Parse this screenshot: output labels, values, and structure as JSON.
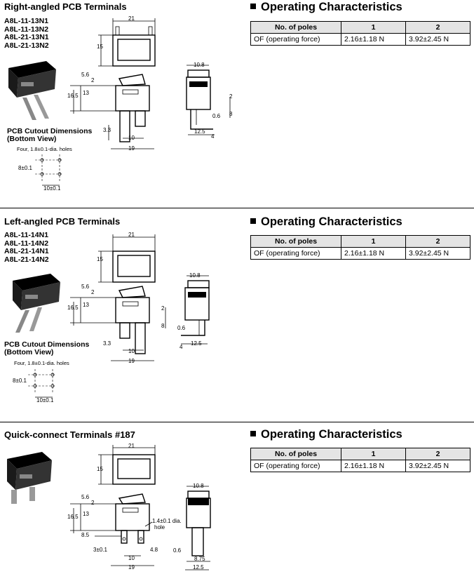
{
  "oc_heading": "Operating Characteristics",
  "oc_table": {
    "headers": [
      "No. of poles",
      "1",
      "2"
    ],
    "row": [
      "OF (operating force)",
      "2.16±1.18 N",
      "3.92±2.45 N"
    ]
  },
  "sections": [
    {
      "title": "Right-angled PCB Terminals",
      "models": [
        "A8L-11-13N1",
        "A8L-11-13N2",
        "A8L-21-13N1",
        "A8L-21-13N2"
      ],
      "cutout_title_1": "PCB Cutout Dimensions",
      "cutout_title_2": "(Bottom View)",
      "cutout_note": "Four, 1.8±0.1-dia. holes",
      "dims": {
        "w21": "21",
        "h15": "15",
        "d56": "5.6",
        "d2": "2",
        "d165": "16.5",
        "d13": "13",
        "d33": "3.3",
        "d10": "10",
        "d19": "19",
        "d108": "10.8",
        "r2": "2",
        "r06": "0.6",
        "r8": "8",
        "r125": "12.5",
        "r4": "4",
        "c8": "8±0.1",
        "c10": "10±0.1"
      }
    },
    {
      "title": "Left-angled PCB Terminals",
      "models": [
        "A8L-11-14N1",
        "A8L-11-14N2",
        "A8L-21-14N1",
        "A8L-21-14N2"
      ],
      "cutout_title_1": "PCB Cutout Dimensions",
      "cutout_title_2": "(Bottom View)",
      "cutout_note": "Four, 1.8±0.1-dia. holes",
      "dims": {
        "w21": "21",
        "h15": "15",
        "d56": "5.6",
        "d2": "2",
        "d165": "16.5",
        "d13": "13",
        "d33": "3.3",
        "d10": "10",
        "d19": "19",
        "d108": "10.8",
        "r2": "2",
        "r06": "0.6",
        "r8": "8",
        "r125": "12.5",
        "r4": "4",
        "c8": "8±0.1",
        "c10": "10±0.1"
      }
    },
    {
      "title": "Quick-connect Terminals #187",
      "dims": {
        "w21": "21",
        "h15": "15",
        "d56": "5.6",
        "d2": "2",
        "d165": "16.5",
        "d13": "13",
        "d85": "8.5",
        "d3": "3±0.1",
        "d10": "10",
        "d48": "4.8",
        "d19": "19",
        "d108": "10.8",
        "r06": "0.6",
        "r875": "8.75",
        "r125": "12.5",
        "hole": "1.4±0.1 dia.",
        "hole2": "hole"
      }
    }
  ]
}
